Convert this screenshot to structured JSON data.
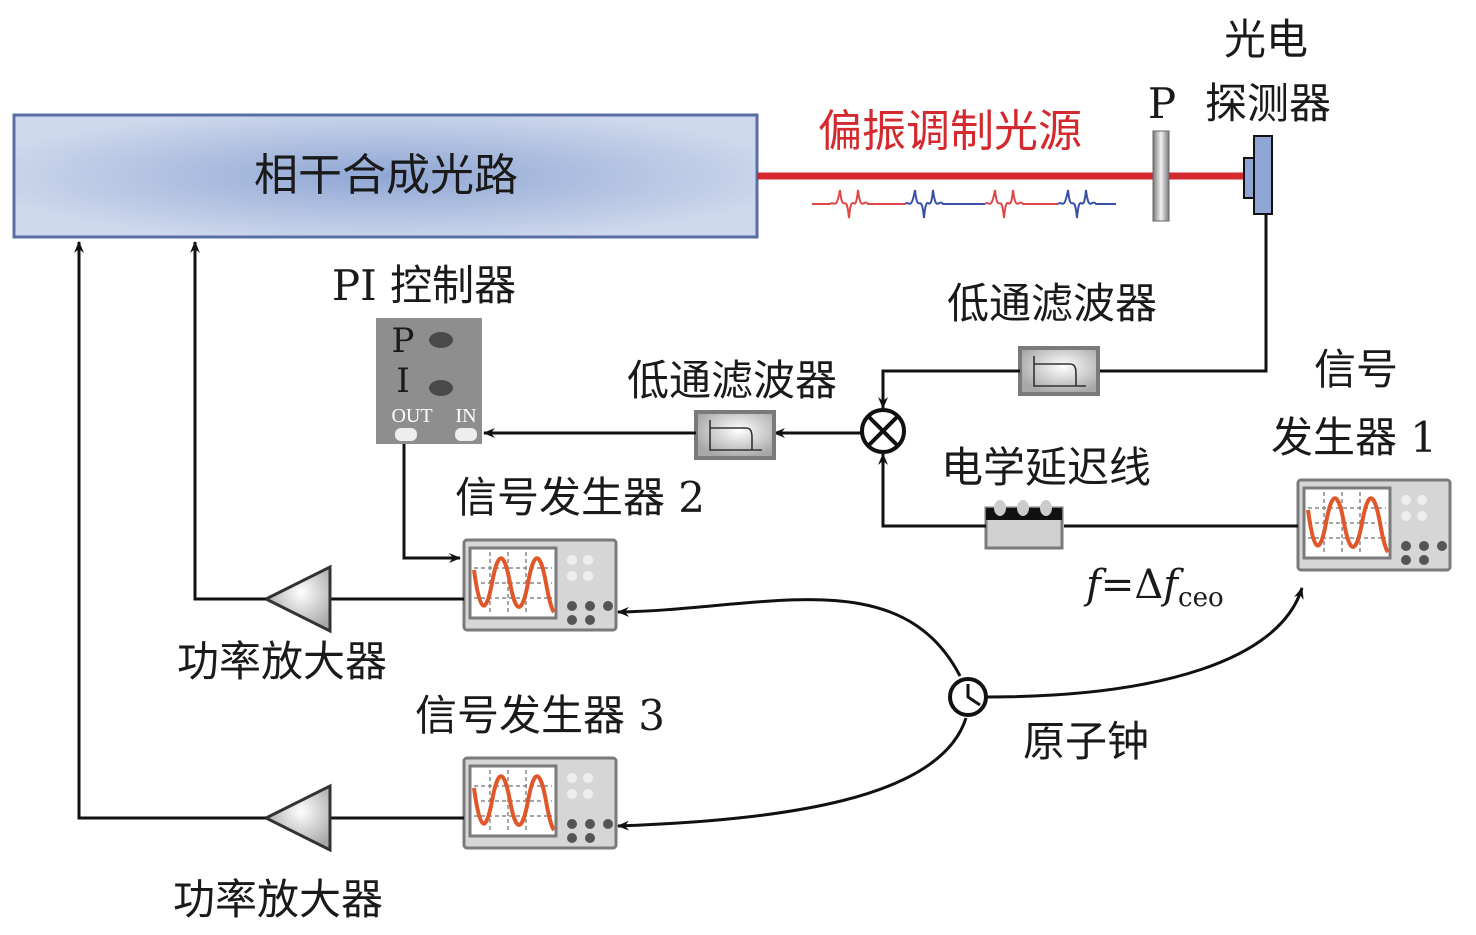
{
  "diagram": {
    "coherent_combining": "相干合成光路",
    "polarization_source": "偏振调制光源",
    "polarizer": "P",
    "photodetector_line1": "光电",
    "photodetector_line2": "探测器",
    "lpf_top": "低通滤波器",
    "lpf_mid": "低通滤波器",
    "pi_controller": "PI 控制器",
    "pi_panel": {
      "p": "P",
      "i": "I",
      "out": "OUT",
      "in": "IN"
    },
    "delay_line": "电学延迟线",
    "siggen1_line1": "信号",
    "siggen1_line2": "发生器 1",
    "siggen2": "信号发生器 2",
    "siggen3": "信号发生器 3",
    "freq_f": "f",
    "freq_eq": "=Δ",
    "freq_f2": "f",
    "freq_sub": "ceo",
    "amp1": "功率放大器",
    "amp2": "功率放大器",
    "atomic_clock": "原子钟"
  },
  "colors": {
    "beam": "#d42a2f",
    "pulse_red": "#e04848",
    "pulse_blue": "#3a4fa8",
    "box_blue": "#8fa6d4",
    "sine": "#e0582a"
  }
}
